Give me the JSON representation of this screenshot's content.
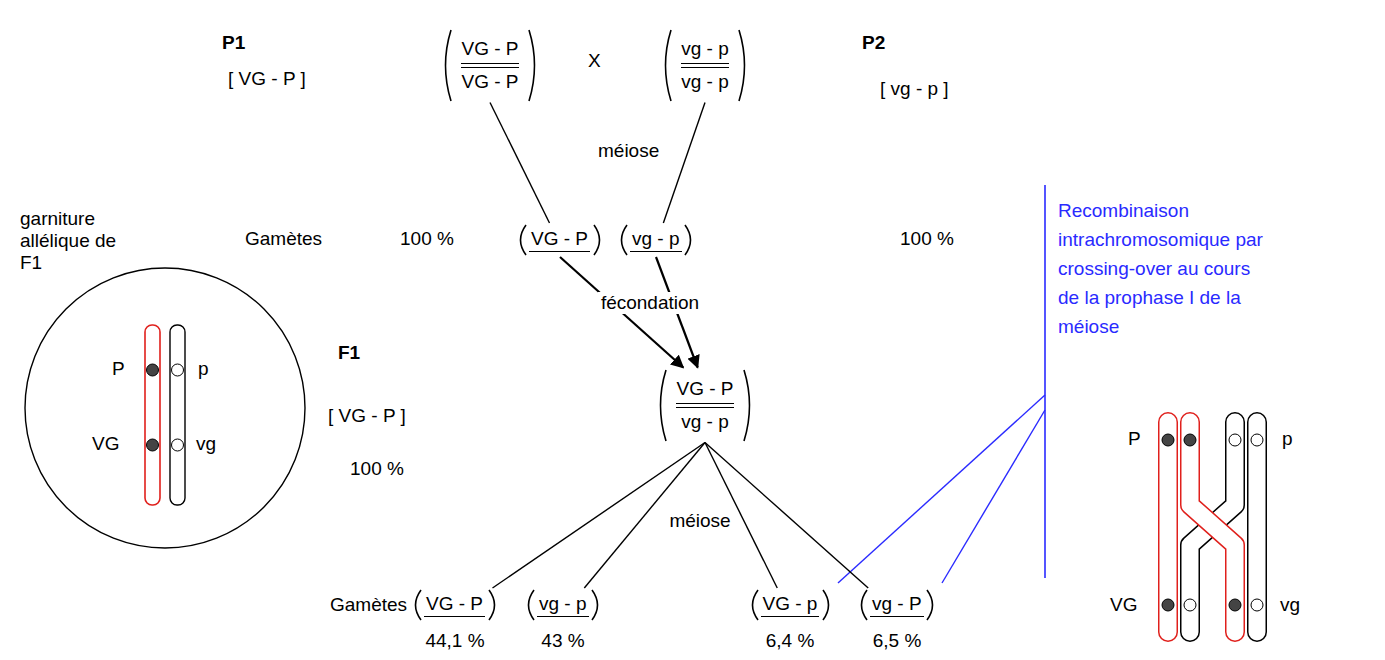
{
  "diagram": {
    "nodes": [
      {
        "text": [
          "VG - P",
          "VG - P"
        ]
      },
      {
        "text": [
          "vg - p",
          "vg - p"
        ]
      },
      {
        "text": [
          "garniture allélique de F1",
          "P",
          "VG",
          "p",
          "vg"
        ]
      },
      {
        "text": [
          "VG - P"
        ]
      },
      {
        "text": [
          "vg - p"
        ]
      },
      {
        "text": [
          "VG - P",
          "vg - p"
        ]
      },
      {
        "text": [
          "VG - P"
        ]
      },
      {
        "text": [
          "vg - p"
        ]
      },
      {
        "text": [
          "VG - p"
        ]
      },
      {
        "text": [
          "vg - P"
        ]
      }
    ],
    "edges": [
      {
        "from": 0,
        "to": 3,
        "arrow": "none"
      },
      {
        "from": 1,
        "to": 4,
        "arrow": "none"
      },
      {
        "from": 3,
        "to": 5,
        "arrow": "to"
      },
      {
        "from": 4,
        "to": 5,
        "arrow": "to"
      },
      {
        "from": 5,
        "to": 6,
        "arrow": "none"
      },
      {
        "from": 5,
        "to": 7,
        "arrow": "none"
      },
      {
        "from": 5,
        "to": 8,
        "arrow": "none"
      },
      {
        "from": 5,
        "to": 9,
        "arrow": "none"
      }
    ],
    "labels": [
      "P1",
      "[ VG - P ]",
      "X",
      "P2",
      "[ vg - p ]",
      "méiose",
      "Gamètes",
      "100 %",
      "100 %",
      "fécondation",
      "F1",
      "[ VG - P ]",
      "100 %",
      "méiose",
      "Gamètes",
      "44,1 %",
      "43 %",
      "6,4 %",
      "6,5 %",
      "Recombinaison intrachromosomique par crossing-over au cours de la prophase I de la méiose",
      "P",
      "VG",
      "p",
      "vg"
    ]
  }
}
